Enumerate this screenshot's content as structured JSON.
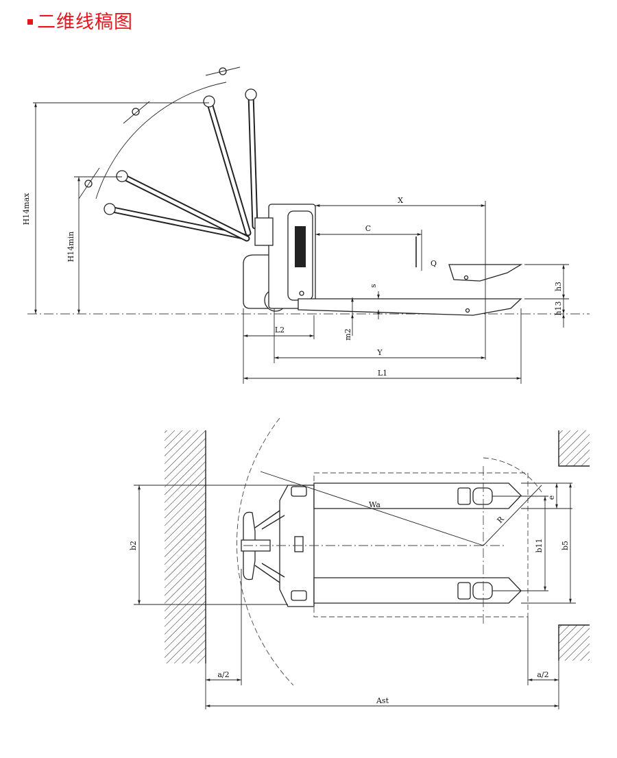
{
  "title": "二维线稿图",
  "side_view_labels": {
    "h14max": "H14max",
    "h14min": "H14min",
    "x": "X",
    "c": "C",
    "q": "Q",
    "s": "s",
    "h3": "h3",
    "h13": "h13",
    "l2": "L2",
    "m2": "m2",
    "y": "Y",
    "l1": "L1"
  },
  "top_view_labels": {
    "wa": "Wa",
    "r": "R",
    "e": "e",
    "b11": "b11",
    "b5": "b5",
    "b2": "b2",
    "a2_left": "a/2",
    "a2_right": "a/2",
    "ast": "Ast"
  },
  "colors": {
    "title": "#e8161c",
    "line": "#222222"
  }
}
